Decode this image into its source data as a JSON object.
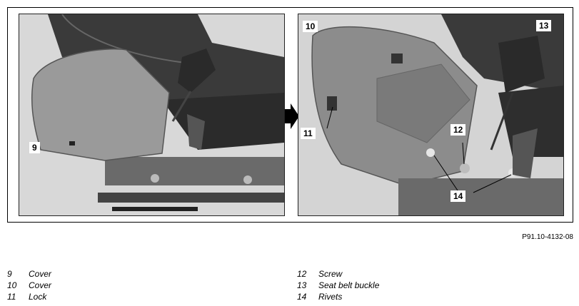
{
  "figure": {
    "callouts": {
      "c9": "9",
      "c10": "10",
      "c11": "11",
      "c12": "12",
      "c13": "13",
      "c14": "14"
    },
    "reference_code": "P91.10-4132-08"
  },
  "legend": {
    "left": [
      {
        "num": "9",
        "label": "Cover"
      },
      {
        "num": "10",
        "label": "Cover"
      },
      {
        "num": "11",
        "label": "Lock"
      }
    ],
    "right": [
      {
        "num": "12",
        "label": "Screw"
      },
      {
        "num": "13",
        "label": "Seat belt buckle"
      },
      {
        "num": "14",
        "label": "Rivets"
      }
    ]
  }
}
